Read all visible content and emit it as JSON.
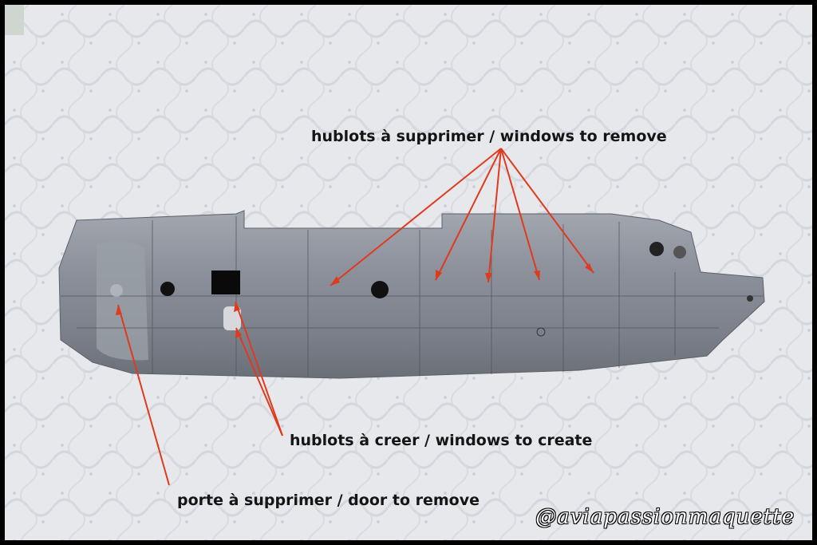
{
  "annotations": {
    "windows_remove": "hublots à supprimer / windows to remove",
    "windows_create": "hublots à creer / windows to create",
    "door_remove": "porte à supprimer / door to remove"
  },
  "watermark": "@aviapassionmaquette",
  "colors": {
    "arrow": "#e03a1e",
    "fuselage": "#8a8f99",
    "paper": "#e9ebef"
  }
}
